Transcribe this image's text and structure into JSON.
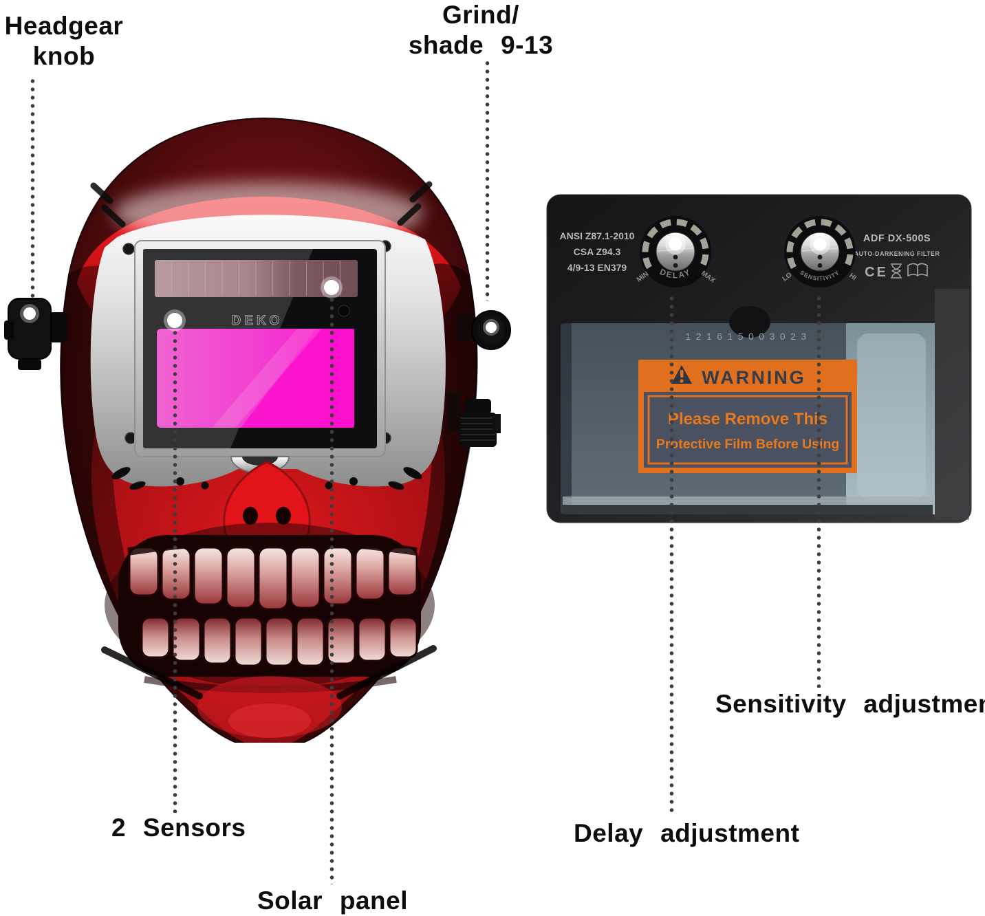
{
  "annotations": {
    "headgear_knob": {
      "line1": "Headgear",
      "line2": "knob"
    },
    "grind_shade": {
      "line1": "Grind/",
      "line2": "shade 9-13"
    },
    "sensors": "2 Sensors",
    "solar_panel": "Solar panel",
    "sensitivity": "Sensitivity adjustment",
    "delay": "Delay adjustment"
  },
  "helmet": {
    "lens_logo": "DEKO"
  },
  "adf": {
    "certs": [
      "ANSI Z87.1-2010",
      "CSA Z94.3",
      "4/9-13 EN379"
    ],
    "model": "ADF DX-500S",
    "type_label": "AUTO-DARKENING FILTER",
    "ce_mark": "CE",
    "serial": "121615003023",
    "knob_delay": {
      "name": "DELAY",
      "min": "MIN",
      "max": "MAX"
    },
    "knob_sensitivity": {
      "name": "SENSITIVITY",
      "min": "LO",
      "max": "HI"
    },
    "warning": {
      "title": "WARNING",
      "line1": "Please Remove This",
      "line2": "Protective Film Before Using"
    }
  },
  "colors": {
    "helmet_red": "#d31318",
    "lcd_pink": "#f318c8",
    "warning_orange": "#e0701e",
    "adf_body": "#1c1c1e",
    "annotation_text": "#0d0d0d"
  }
}
